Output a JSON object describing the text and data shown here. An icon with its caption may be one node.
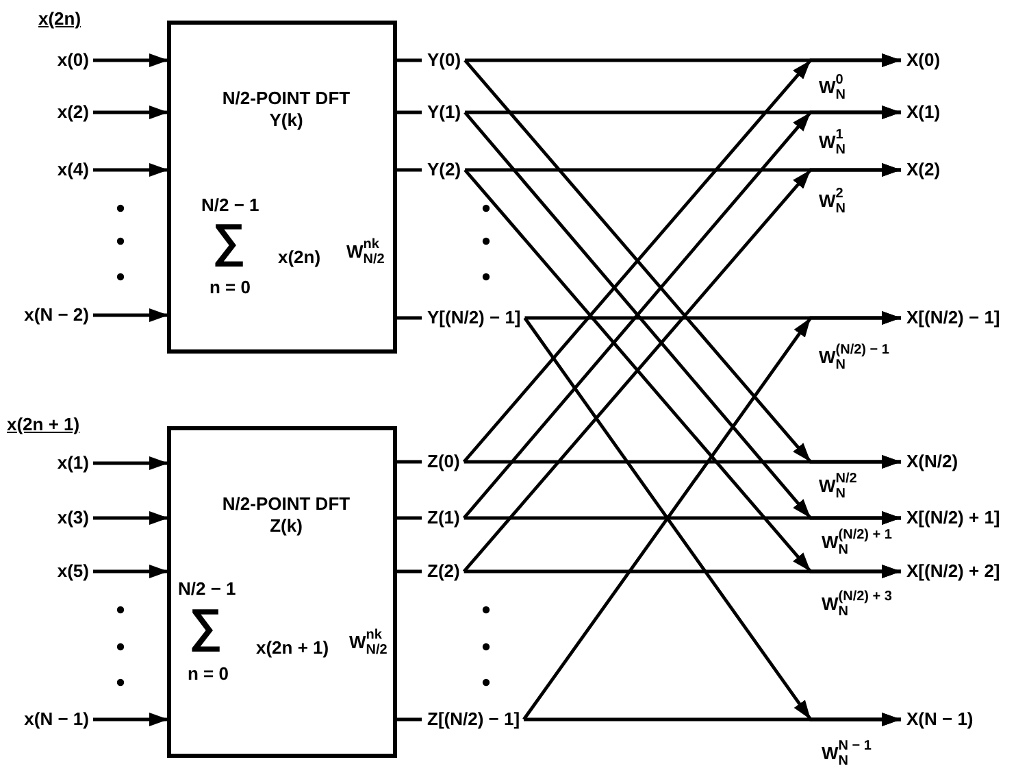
{
  "diagram": {
    "nodes": [
      {
        "text": [
          "x(0)"
        ]
      },
      {
        "text": [
          "x(2)"
        ]
      },
      {
        "text": [
          "x(4)"
        ]
      },
      {
        "text": [
          "x(N − 2)"
        ]
      },
      {
        "text": [
          "N/2-POINT DFT Y(k)",
          "N/2 − 1",
          "∑",
          "n = 0",
          "x(2n)",
          "W$^{nk}$$_{N/2}$"
        ]
      },
      {
        "text": [
          "Y(0)"
        ]
      },
      {
        "text": [
          "Y(1)"
        ]
      },
      {
        "text": [
          "Y(2)"
        ]
      },
      {
        "text": [
          "Y[(N/2) − 1]"
        ]
      },
      {
        "text": [
          "x(1)"
        ]
      },
      {
        "text": [
          "x(3)"
        ]
      },
      {
        "text": [
          "x(5)"
        ]
      },
      {
        "text": [
          "x(N − 1)"
        ]
      },
      {
        "text": [
          "N/2-POINT DFT Z(k)",
          "N/2 − 1",
          "∑",
          "n = 0",
          "x(2n + 1)",
          "W$^{nk}$$_{N/2}$"
        ]
      },
      {
        "text": [
          "Z(0)"
        ]
      },
      {
        "text": [
          "Z(1)"
        ]
      },
      {
        "text": [
          "Z(2)"
        ]
      },
      {
        "text": [
          "Z[(N/2) − 1]"
        ]
      },
      {
        "text": [
          "X(0)"
        ]
      },
      {
        "text": [
          "X(1)"
        ]
      },
      {
        "text": [
          "X(2)"
        ]
      },
      {
        "text": [
          "X[(N/2) − 1]"
        ]
      },
      {
        "text": [
          "X(N/2)"
        ]
      },
      {
        "text": [
          "X[(N/2) + 1]"
        ]
      },
      {
        "text": [
          "X[(N/2) + 2]"
        ]
      },
      {
        "text": [
          "X(N − 1)"
        ]
      }
    ],
    "edges": [
      {
        "from": 0,
        "to": 4,
        "arrow": "to"
      },
      {
        "from": 1,
        "to": 4,
        "arrow": "to"
      },
      {
        "from": 2,
        "to": 4,
        "arrow": "to"
      },
      {
        "from": 3,
        "to": 4,
        "arrow": "to"
      },
      {
        "from": 4,
        "to": 5,
        "arrow": "none"
      },
      {
        "from": 4,
        "to": 6,
        "arrow": "none"
      },
      {
        "from": 4,
        "to": 7,
        "arrow": "none"
      },
      {
        "from": 4,
        "to": 8,
        "arrow": "none"
      },
      {
        "from": 9,
        "to": 13,
        "arrow": "to"
      },
      {
        "from": 10,
        "to": 13,
        "arrow": "to"
      },
      {
        "from": 11,
        "to": 13,
        "arrow": "to"
      },
      {
        "from": 12,
        "to": 13,
        "arrow": "to"
      },
      {
        "from": 13,
        "to": 14,
        "arrow": "none"
      },
      {
        "from": 13,
        "to": 15,
        "arrow": "none"
      },
      {
        "from": 13,
        "to": 16,
        "arrow": "none"
      },
      {
        "from": 13,
        "to": 17,
        "arrow": "none"
      },
      {
        "from": 5,
        "to": 18,
        "arrow": "to"
      },
      {
        "from": 6,
        "to": 19,
        "arrow": "to"
      },
      {
        "from": 7,
        "to": 20,
        "arrow": "to"
      },
      {
        "from": 8,
        "to": 21,
        "arrow": "to"
      },
      {
        "from": 5,
        "to": 22,
        "arrow": "to"
      },
      {
        "from": 6,
        "to": 23,
        "arrow": "to"
      },
      {
        "from": 7,
        "to": 24,
        "arrow": "to"
      },
      {
        "from": 8,
        "to": 25,
        "arrow": "to"
      },
      {
        "from": 14,
        "to": 18,
        "arrow": "to"
      },
      {
        "from": 15,
        "to": 19,
        "arrow": "to"
      },
      {
        "from": 16,
        "to": 20,
        "arrow": "to"
      },
      {
        "from": 17,
        "to": 21,
        "arrow": "to"
      },
      {
        "from": 14,
        "to": 22,
        "arrow": "to"
      },
      {
        "from": 15,
        "to": 23,
        "arrow": "to"
      },
      {
        "from": 16,
        "to": 24,
        "arrow": "to"
      },
      {
        "from": 17,
        "to": 25,
        "arrow": "to"
      }
    ],
    "labels": [
      "x(2n)",
      "x(2n + 1)",
      "W$^{0}$$_{N}$",
      "W$^{1}$$_{N}$",
      "W$^{2}$$_{N}$",
      "W$^{(N/2) − 1}$$_{N}$",
      "W$^{N/2}$$_{N}$",
      "W$^{(N/2) + 1}$$_{N}$",
      "W$^{(N/2) + 3}$$_{N}$",
      "W$^{N − 1}$$_{N}$"
    ]
  }
}
